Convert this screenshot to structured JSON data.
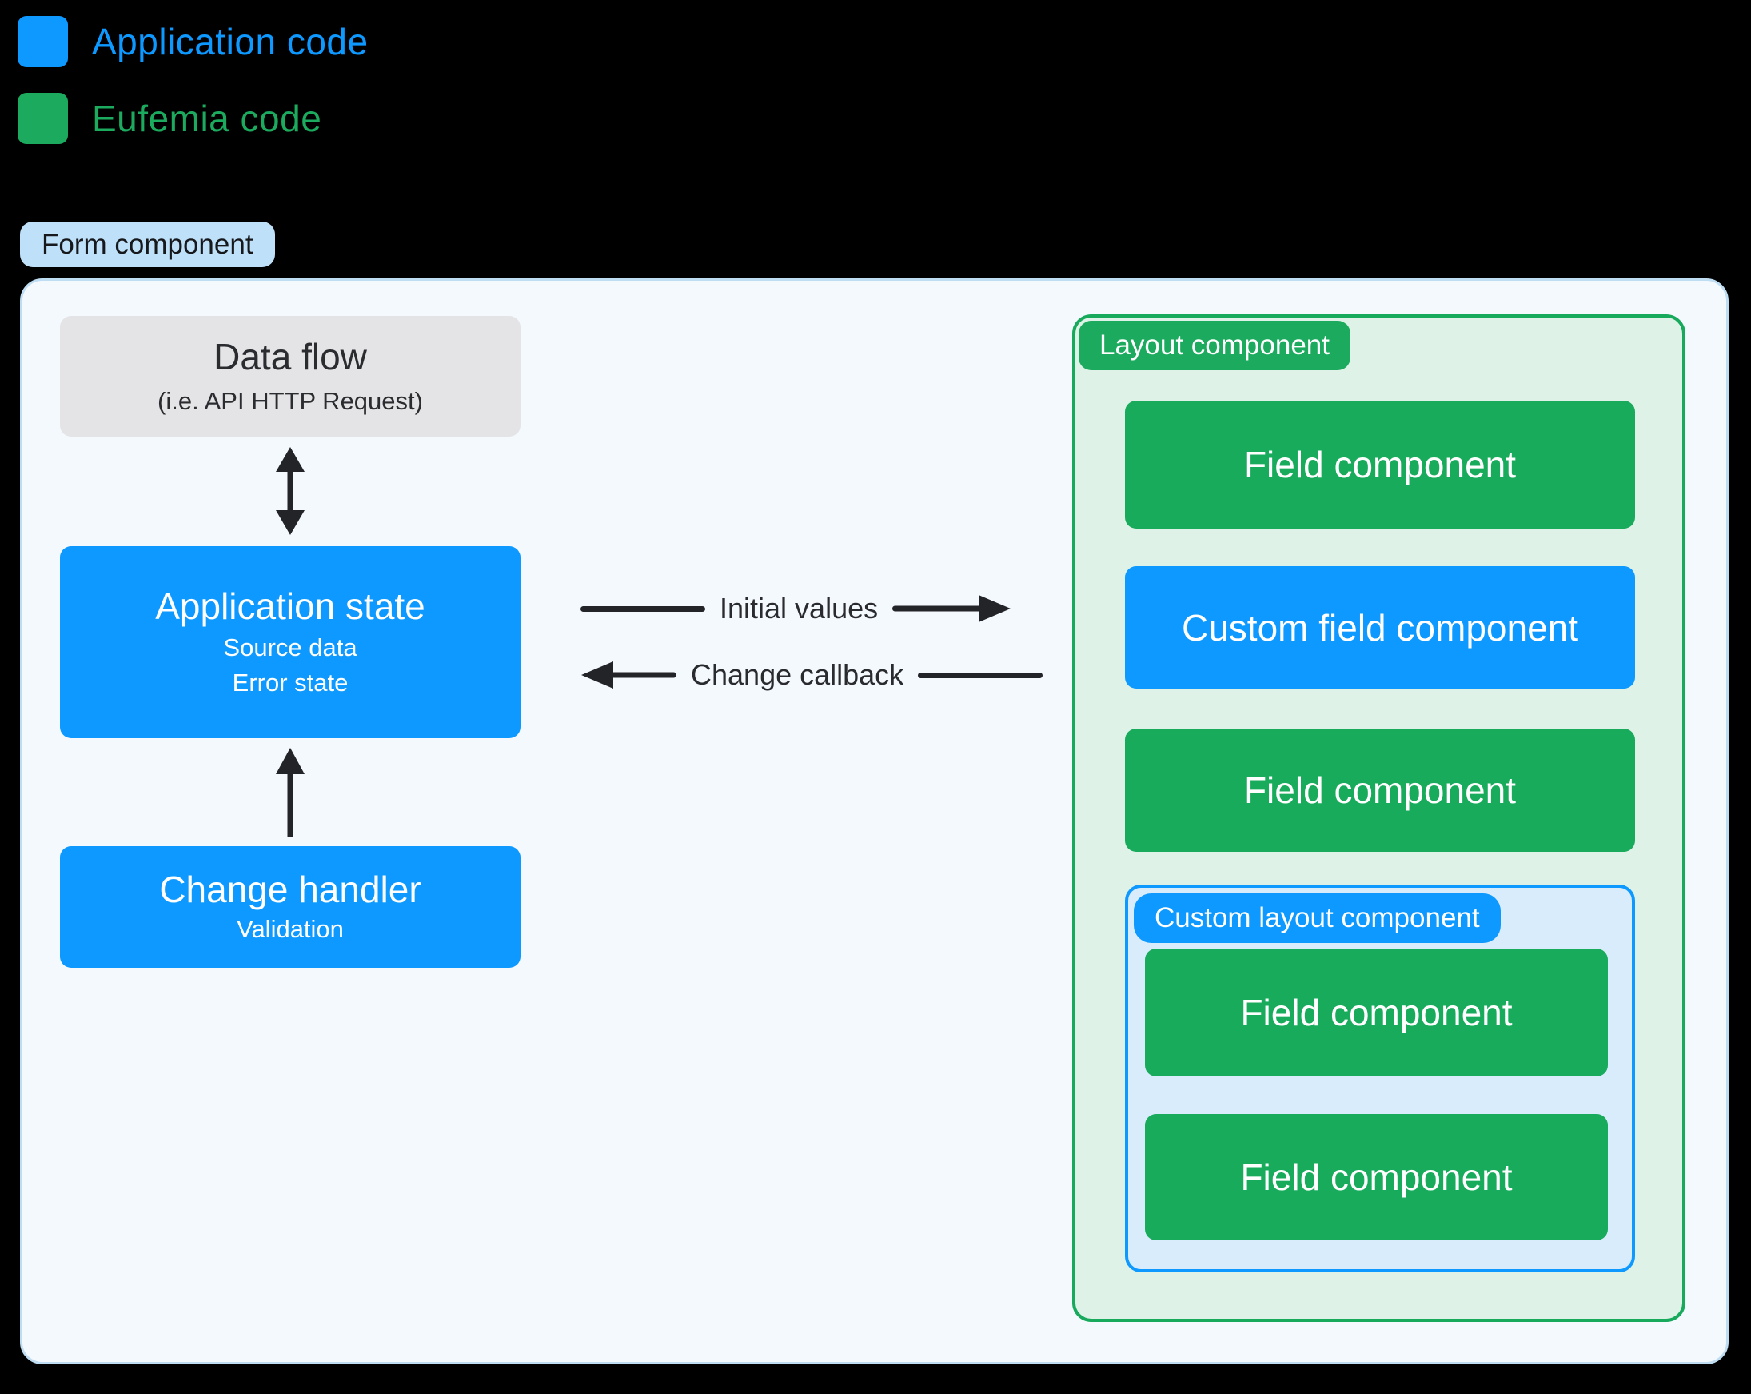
{
  "legend": {
    "items": [
      {
        "label": "Application code",
        "color": "#0d99ff"
      },
      {
        "label": "Eufemia code",
        "color": "#1cab5e"
      }
    ]
  },
  "colors": {
    "application_blue": "#0d99ff",
    "eufemia_green": "#18ab5c",
    "form_background": "#f4f9fe",
    "form_border": "#bfddf2",
    "form_badge_background": "#bee0f8",
    "layout_background": "#dff2e7",
    "layout_border": "#17a95c",
    "custom_layout_background": "#d9ecfb",
    "custom_layout_border": "#0d99ff",
    "data_flow_gray": "#e4e4e6",
    "arrow_dark": "#232428"
  },
  "form": {
    "badge": "Form component",
    "data_flow": {
      "title": "Data flow",
      "subtitle": "(i.e. API HTTP Request)"
    },
    "application_state": {
      "title": "Application state",
      "lines": [
        "Source data",
        "Error state"
      ]
    },
    "change_handler": {
      "title": "Change handler",
      "lines": [
        "Validation"
      ]
    },
    "flows": [
      {
        "label": "Initial values",
        "direction": "right"
      },
      {
        "label": "Change callback",
        "direction": "left"
      }
    ],
    "layout_component": {
      "badge": "Layout component",
      "items": [
        {
          "label": "Field component",
          "kind": "eufemia"
        },
        {
          "label": "Custom field component",
          "kind": "application"
        },
        {
          "label": "Field component",
          "kind": "eufemia"
        }
      ],
      "custom_layout": {
        "badge": "Custom layout component",
        "items": [
          {
            "label": "Field component",
            "kind": "eufemia"
          },
          {
            "label": "Field component",
            "kind": "eufemia"
          }
        ]
      }
    }
  }
}
